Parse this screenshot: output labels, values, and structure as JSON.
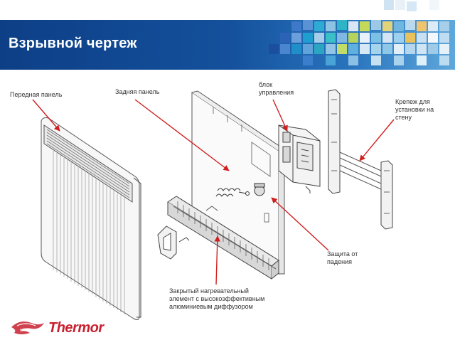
{
  "slide": {
    "title": "Взрывной чертеж"
  },
  "labels": {
    "front_panel": "Передная панель",
    "back_panel": "Задняя панель",
    "control_block": "блок\nуправления",
    "wall_mount": "Крепеж для\nустановки на\nстену",
    "fall_protection": "Защита от\nпадения",
    "heating_element": "Закрытый нагревательный\nэлемент с высокоэффективным\nалюминиевым диффузором"
  },
  "logo": {
    "text": "Thermor",
    "color": "#c7202f"
  },
  "colors": {
    "header_blue": "#14509c",
    "arrow_red": "#d01f1f"
  }
}
